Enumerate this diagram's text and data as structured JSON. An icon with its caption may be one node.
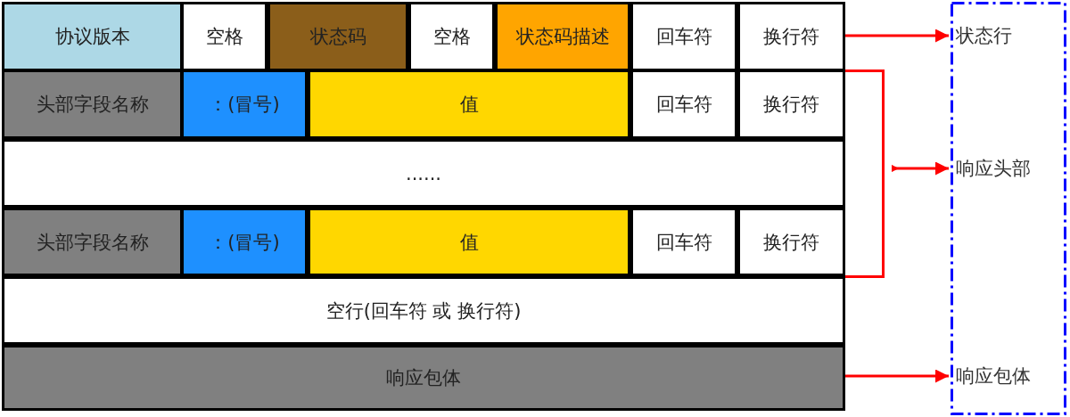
{
  "diagram": {
    "nodes": [
      {
        "text": [
          "协议版本"
        ]
      },
      {
        "text": [
          "空格"
        ]
      },
      {
        "text": [
          "状态码"
        ]
      },
      {
        "text": [
          "空格"
        ]
      },
      {
        "text": [
          "状态码描述"
        ]
      },
      {
        "text": [
          "回车符"
        ]
      },
      {
        "text": [
          "换行符"
        ]
      },
      {
        "text": [
          "头部字段名称"
        ]
      },
      {
        "text": [
          "：(冒号)"
        ]
      },
      {
        "text": [
          "值"
        ]
      },
      {
        "text": [
          "回车符"
        ]
      },
      {
        "text": [
          "换行符"
        ]
      },
      {
        "text": [
          "......"
        ]
      },
      {
        "text": [
          "头部字段名称"
        ]
      },
      {
        "text": [
          "：(冒号)"
        ]
      },
      {
        "text": [
          "值"
        ]
      },
      {
        "text": [
          "回车符"
        ]
      },
      {
        "text": [
          "换行符"
        ]
      },
      {
        "text": [
          "空行(回车符 或 换行符)"
        ]
      },
      {
        "text": [
          "响应包体"
        ]
      },
      {
        "text": [],
        "shape": "box"
      },
      {
        "text": [
          "状态行"
        ],
        "in": 20
      },
      {
        "text": [
          "响应头部"
        ],
        "in": 20
      },
      {
        "text": [
          "响应包体"
        ],
        "in": 20
      },
      {
        "text": [],
        "shape": "bracket"
      }
    ],
    "edges": [
      {
        "from": 6,
        "to": 21,
        "arrow": "to"
      },
      {
        "from": 24,
        "to": 22,
        "arrow": "to"
      },
      {
        "from": 19,
        "to": 23,
        "arrow": "to"
      }
    ]
  }
}
